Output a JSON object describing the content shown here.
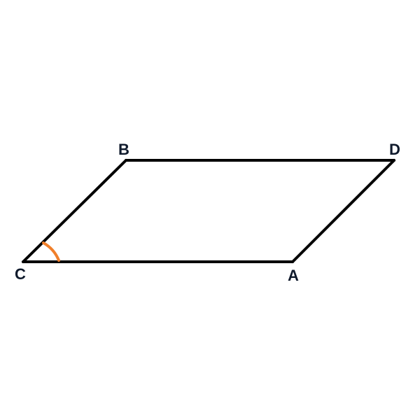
{
  "diagram": {
    "shape": "parallelogram",
    "vertices": {
      "A": {
        "label": "A"
      },
      "B": {
        "label": "B"
      },
      "C": {
        "label": "C"
      },
      "D": {
        "label": "D"
      }
    },
    "edges": [
      "CB",
      "BD",
      "DA",
      "AC"
    ],
    "angle_marker": {
      "at_vertex": "C",
      "between": [
        "CB",
        "CA"
      ]
    },
    "colors": {
      "edge": "#000000",
      "angle_marker": "#f07f2a",
      "label": "#0f1a2c",
      "background": "#ffffff"
    }
  }
}
